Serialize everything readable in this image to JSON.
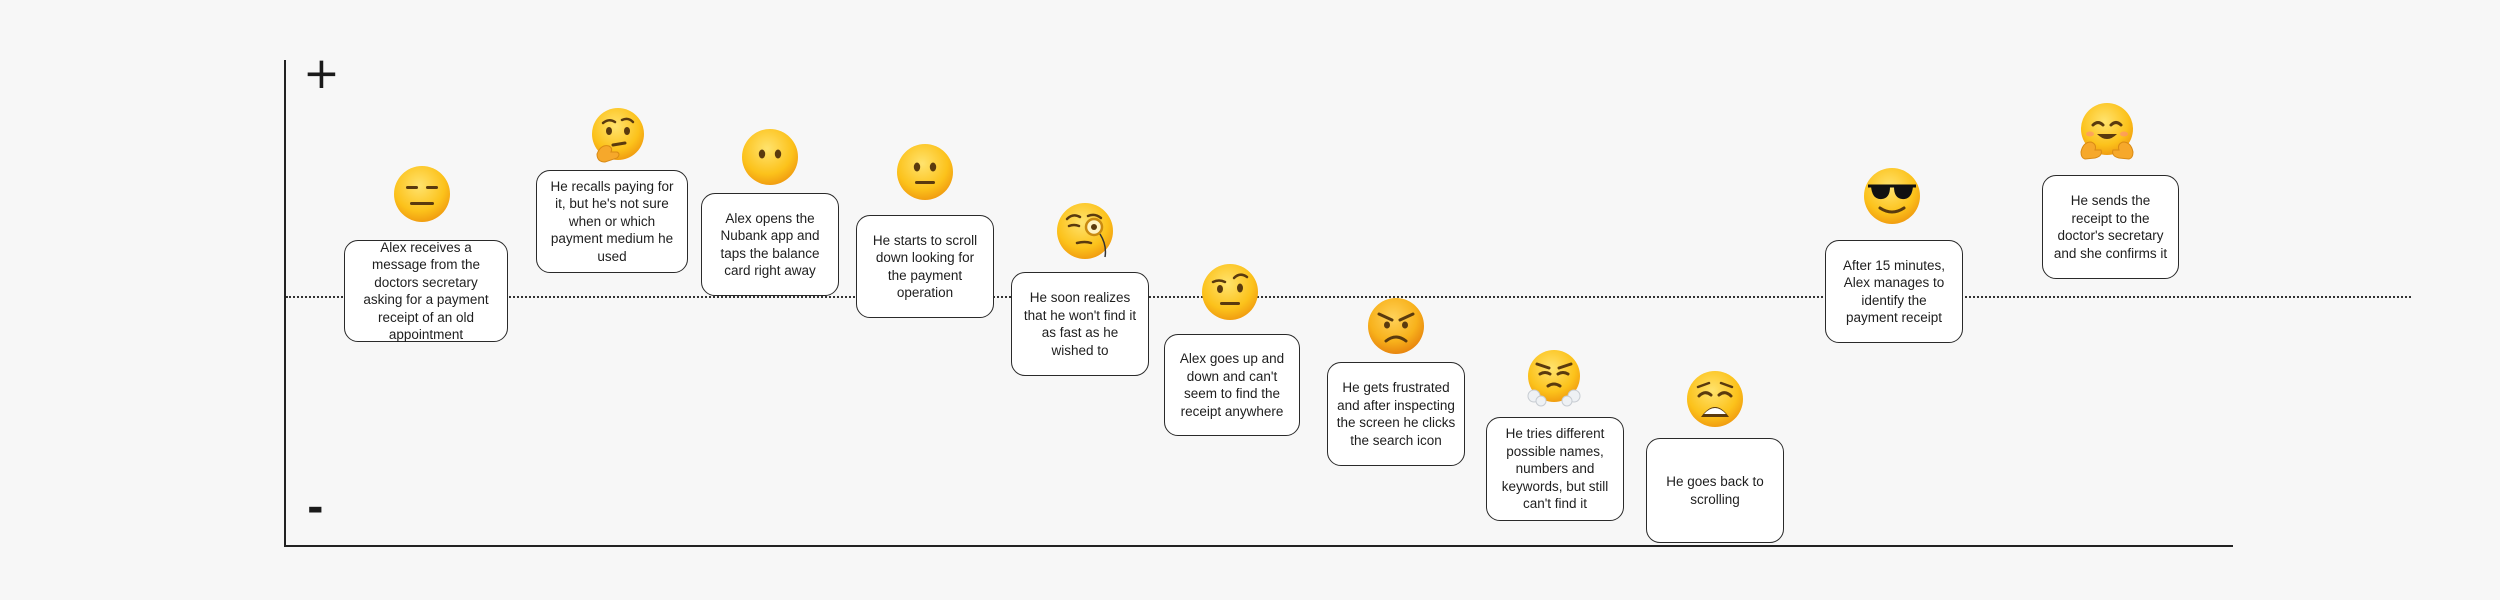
{
  "axis": {
    "positive_label": "+",
    "negative_label": "-"
  },
  "steps": [
    {
      "emotion": "expressionless-face-icon",
      "text": "Alex receives a message from the doctors secretary asking for a payment receipt of an old appointment"
    },
    {
      "emotion": "thinking-face-icon",
      "text": "He recalls paying for it, but he's not sure when or which payment medium he used"
    },
    {
      "emotion": "face-without-mouth-icon",
      "text": "Alex opens the Nubank app and taps the balance card right away"
    },
    {
      "emotion": "neutral-face-icon",
      "text": "He starts to scroll down looking for the payment operation"
    },
    {
      "emotion": "face-with-monocle-icon",
      "text": "He soon realizes that he won't find it as fast as he wished to"
    },
    {
      "emotion": "face-with-raised-eyebrow-icon",
      "text": "Alex goes up and down and can't seem to find the receipt anywhere"
    },
    {
      "emotion": "angry-face-icon",
      "text": "He gets frustrated and after inspecting the screen he clicks the search icon"
    },
    {
      "emotion": "face-with-steam-icon",
      "text": "He tries different possible names, numbers and keywords, but still can't find it"
    },
    {
      "emotion": "weary-face-icon",
      "text": "He goes back to scrolling"
    },
    {
      "emotion": "smiling-face-with-sunglasses-icon",
      "text": "After 15 minutes, Alex manages to identify the payment receipt"
    },
    {
      "emotion": "hugging-face-icon",
      "text": "He sends the receipt to the doctor's secretary and she confirms it"
    }
  ]
}
